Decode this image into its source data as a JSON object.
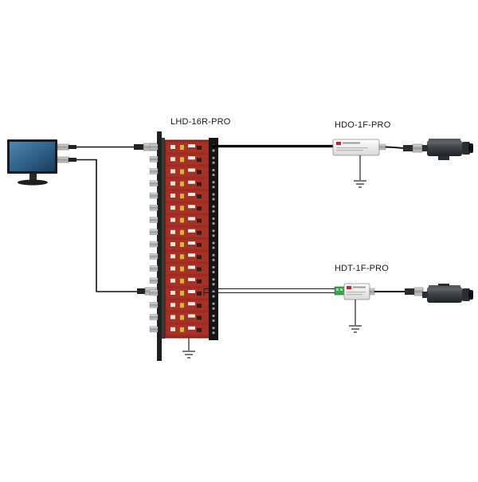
{
  "labels": {
    "hub": "LHD-16R-PRO",
    "hdo": "HDO-1F-PRO",
    "hdt": "HDT-1F-PRO"
  },
  "colors": {
    "board_red": "#9e2a22",
    "board_dark": "#5a1410",
    "cable": "#111111",
    "bracket": "#222222",
    "monitor_screen": "#2f5f86",
    "camera_body": "#3b3f44"
  },
  "components": [
    {
      "name": "monitor-icon"
    },
    {
      "name": "hub-rack-icon"
    },
    {
      "name": "hdo-transceiver-icon"
    },
    {
      "name": "hdt-transceiver-icon"
    },
    {
      "name": "camera-icon"
    },
    {
      "name": "ground-symbol-icon"
    }
  ],
  "hub_channels": 16
}
